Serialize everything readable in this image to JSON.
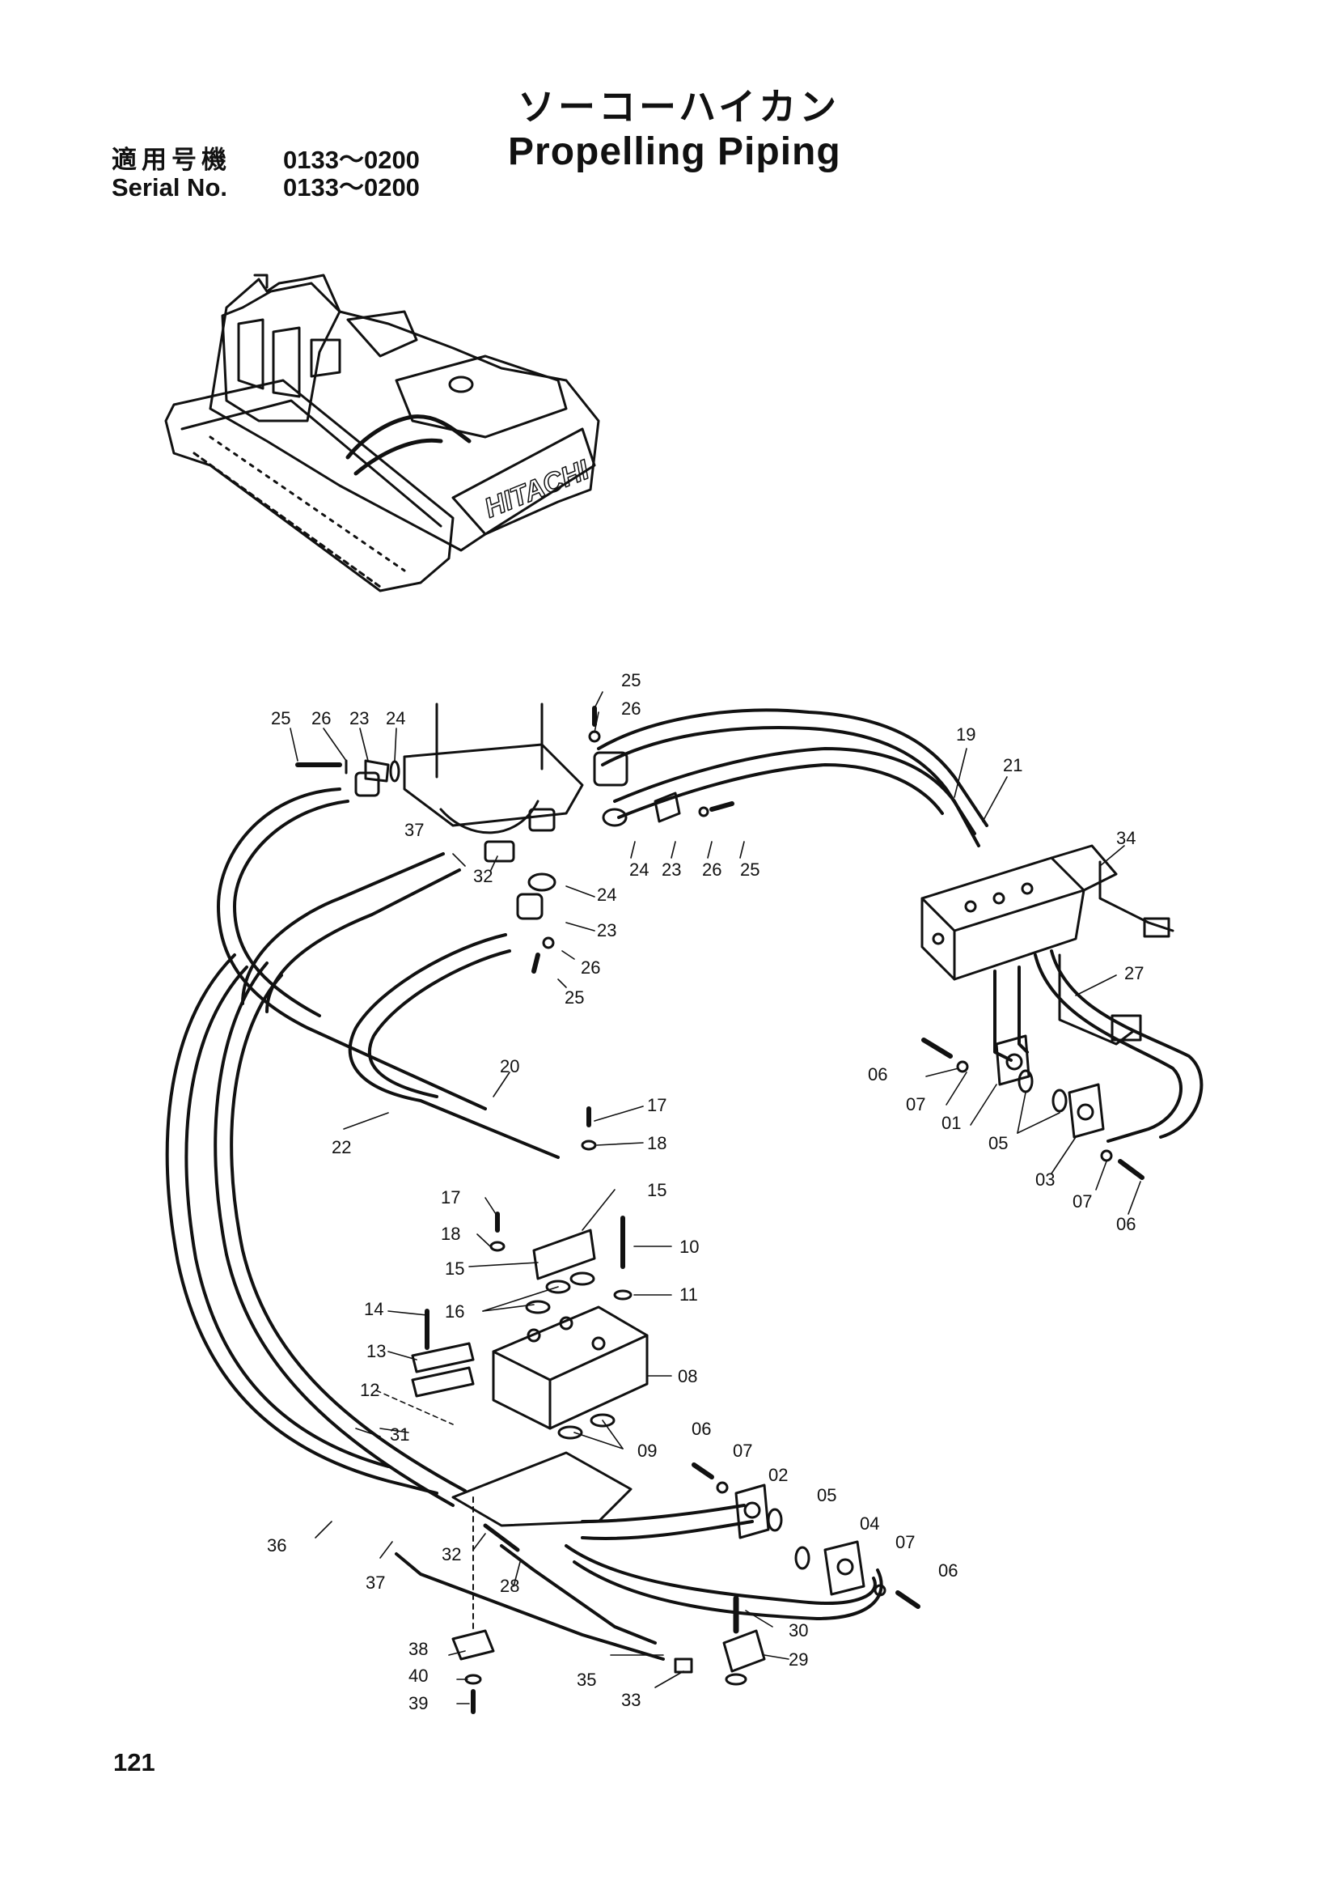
{
  "header": {
    "title_jp": "ソーコーハイカン",
    "title_en": "Propelling Piping",
    "serial_jp_label": "適用号機",
    "serial_jp_value": "0133～0200",
    "serial_en_label": "Serial No.",
    "serial_en_value": "0133～0200"
  },
  "machine": {
    "brand_text": "HITACHI"
  },
  "callouts": [
    {
      "id": "c01",
      "text": "01"
    },
    {
      "id": "c02",
      "text": "02"
    },
    {
      "id": "c03",
      "text": "03"
    },
    {
      "id": "c04",
      "text": "04"
    },
    {
      "id": "c05a",
      "text": "05"
    },
    {
      "id": "c05b",
      "text": "05"
    },
    {
      "id": "c06a",
      "text": "06"
    },
    {
      "id": "c06b",
      "text": "06"
    },
    {
      "id": "c06c",
      "text": "06"
    },
    {
      "id": "c06d",
      "text": "06"
    },
    {
      "id": "c07a",
      "text": "07"
    },
    {
      "id": "c07b",
      "text": "07"
    },
    {
      "id": "c07c",
      "text": "07"
    },
    {
      "id": "c07d",
      "text": "07"
    },
    {
      "id": "c08",
      "text": "08"
    },
    {
      "id": "c09",
      "text": "09"
    },
    {
      "id": "c10",
      "text": "10"
    },
    {
      "id": "c11",
      "text": "11"
    },
    {
      "id": "c12",
      "text": "12"
    },
    {
      "id": "c13",
      "text": "13"
    },
    {
      "id": "c14",
      "text": "14"
    },
    {
      "id": "c15a",
      "text": "15"
    },
    {
      "id": "c15b",
      "text": "15"
    },
    {
      "id": "c16",
      "text": "16"
    },
    {
      "id": "c17a",
      "text": "17"
    },
    {
      "id": "c17b",
      "text": "17"
    },
    {
      "id": "c18a",
      "text": "18"
    },
    {
      "id": "c18b",
      "text": "18"
    },
    {
      "id": "c19",
      "text": "19"
    },
    {
      "id": "c20",
      "text": "20"
    },
    {
      "id": "c21",
      "text": "21"
    },
    {
      "id": "c22",
      "text": "22"
    },
    {
      "id": "c23a",
      "text": "23"
    },
    {
      "id": "c23b",
      "text": "23"
    },
    {
      "id": "c23c",
      "text": "23"
    },
    {
      "id": "c24a",
      "text": "24"
    },
    {
      "id": "c24b",
      "text": "24"
    },
    {
      "id": "c24c",
      "text": "24"
    },
    {
      "id": "c25a",
      "text": "25"
    },
    {
      "id": "c25b",
      "text": "25"
    },
    {
      "id": "c25c",
      "text": "25"
    },
    {
      "id": "c25d",
      "text": "25"
    },
    {
      "id": "c26a",
      "text": "26"
    },
    {
      "id": "c26b",
      "text": "26"
    },
    {
      "id": "c26c",
      "text": "26"
    },
    {
      "id": "c26d",
      "text": "26"
    },
    {
      "id": "c27",
      "text": "27"
    },
    {
      "id": "c28",
      "text": "28"
    },
    {
      "id": "c29",
      "text": "29"
    },
    {
      "id": "c30",
      "text": "30"
    },
    {
      "id": "c31",
      "text": "31"
    },
    {
      "id": "c32a",
      "text": "32"
    },
    {
      "id": "c32b",
      "text": "32"
    },
    {
      "id": "c33",
      "text": "33"
    },
    {
      "id": "c34",
      "text": "34"
    },
    {
      "id": "c35",
      "text": "35"
    },
    {
      "id": "c36",
      "text": "36"
    },
    {
      "id": "c37a",
      "text": "37"
    },
    {
      "id": "c37b",
      "text": "37"
    },
    {
      "id": "c38",
      "text": "38"
    },
    {
      "id": "c39",
      "text": "39"
    },
    {
      "id": "c40",
      "text": "40"
    }
  ],
  "footer": {
    "page_number": "121"
  }
}
